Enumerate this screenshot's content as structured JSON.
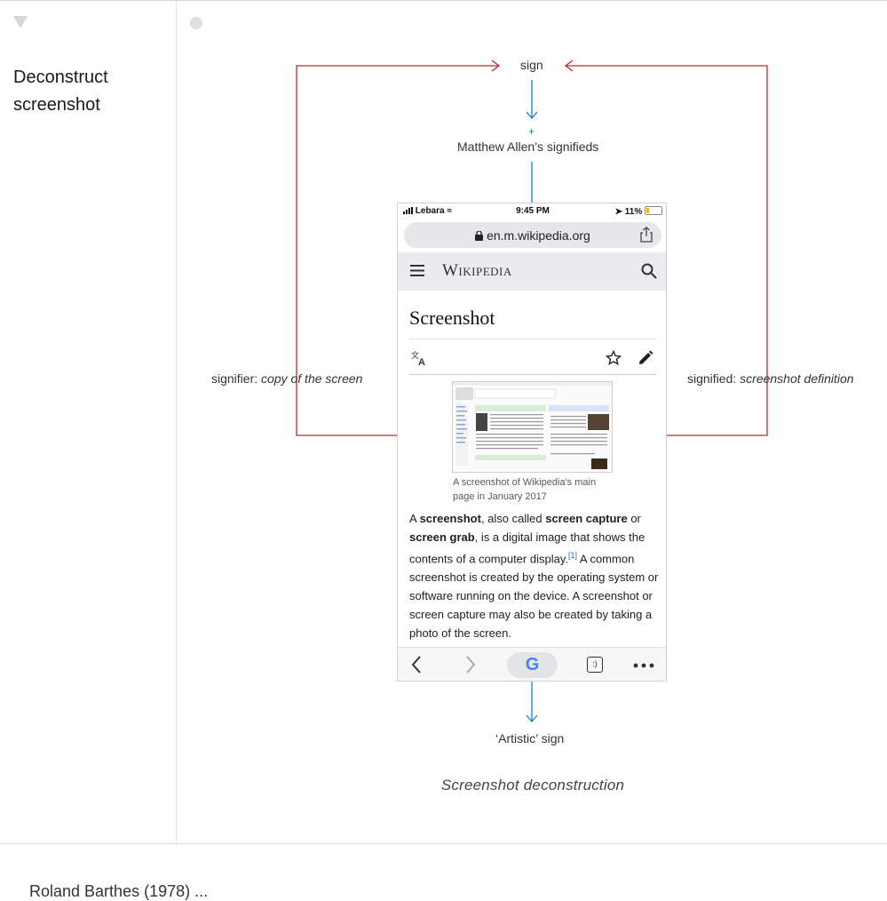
{
  "section": {
    "title": "Deconstruct screenshot"
  },
  "diagram": {
    "sign": "sign",
    "plus": "+",
    "signifieds": "Matthew Allen’s signifieds",
    "signifier_prefix": "signifier: ",
    "signifier_italic": "copy of the screen",
    "signified_prefix": "signified: ",
    "signified_italic": "screenshot definition",
    "artistic_sign": "‘Artistic’ sign",
    "caption": "Screenshot deconstruction",
    "line_color": "#c0282d",
    "arrow_color": "#1a7fc1"
  },
  "phone": {
    "carrier": "Lebara",
    "time": "9:45 PM",
    "battery": "11%",
    "url": "en.m.wikipedia.org",
    "wiki_logo": "Wikipedia",
    "page_title": "Screenshot",
    "thumb_caption": "A screenshot of Wikipedia's main page in January 2017",
    "body": {
      "t1": "A ",
      "b1": "screenshot",
      "t2": ", also called ",
      "b2": "screen capture",
      "t3": " or ",
      "b3": "screen grab",
      "t4": ", is a digital image that shows the contents of a computer display.",
      "ref": "[1]",
      "t5": " A common screenshot is created by the operating system or software running on the device. A screenshot or screen capture may also be created by taking a photo of the screen."
    },
    "google_label": "G",
    "tabs_label": ":)"
  },
  "footer": {
    "text": "Roland Barthes (1978) ..."
  }
}
